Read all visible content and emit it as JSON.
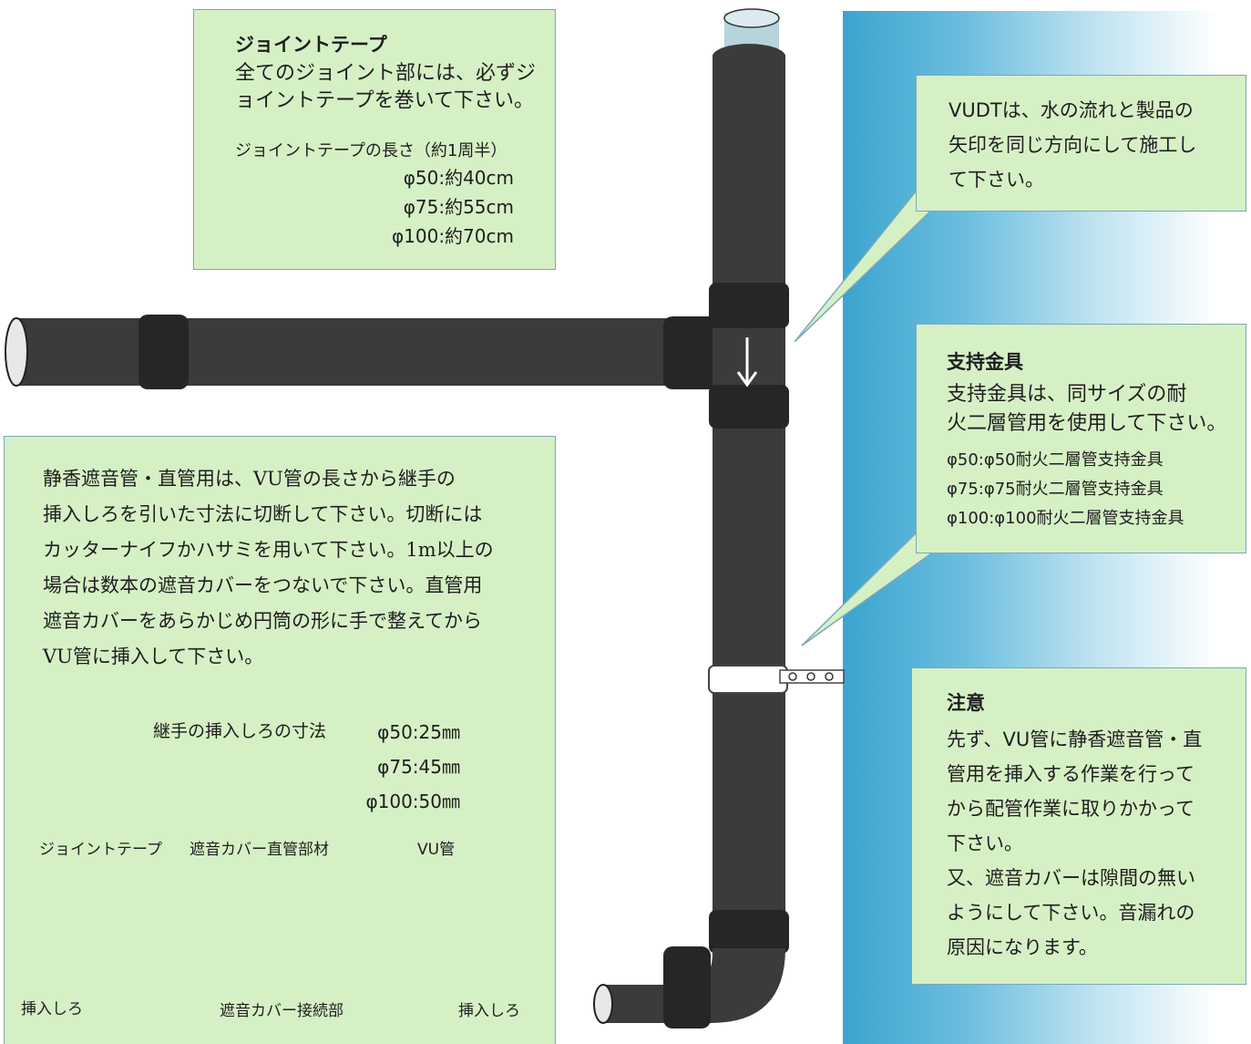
{
  "joint_tape_box": {
    "title": "ジョイントテープ",
    "body_lines": [
      "全てのジョイント部には、必ずジ",
      "ョイントテープを巻いて下さい。"
    ],
    "length_title": "ジョイントテープの長さ（約1周半）",
    "lengths": [
      "φ50:約40cm",
      "φ75:約55cm",
      "φ100:約70cm"
    ]
  },
  "cut_box": {
    "body_lines": [
      "静香遮音管・直管用は、VU管の長さから継手の",
      "挿入しろを引いた寸法に切断して下さい。切断には",
      "カッターナイフかハサミを用いて下さい。1m以上の",
      "場合は数本の遮音カバーをつないで下さい。直管用",
      "遮音カバーをあらかじめ円筒の形に手で整えてから",
      "VU管に挿入して下さい。"
    ],
    "insert_label": "継手の挿入しろの寸法",
    "insert_sizes": [
      "φ50:25㎜",
      "φ75:45㎜",
      "φ100:50㎜"
    ],
    "diagram_labels": {
      "joint_tape": "ジョイントテープ",
      "cover_straight": "遮音カバー直管部材",
      "vu_pipe": "VU管",
      "insert_left": "挿入しろ",
      "cover_joint": "遮音カバー接続部",
      "insert_right": "挿入しろ"
    }
  },
  "vudt_box": {
    "lines": [
      "VUDTは、水の流れと製品の",
      "矢印を同じ方向にして施工し",
      "て下さい。"
    ]
  },
  "support_box": {
    "title": "支持金具",
    "body_lines": [
      "支持金具は、同サイズの耐",
      "火二層管用を使用して下さい。"
    ],
    "sizes": [
      "φ50:φ50耐火二層管支持金具",
      "φ75:φ75耐火二層管支持金具",
      "φ100:φ100耐火二層管支持金具"
    ]
  },
  "caution_box": {
    "title": "注意",
    "lines": [
      "先ず、VU管に静香遮音管・直",
      "管用を挿入する作業を行って",
      "から配管作業に取りかかって",
      "下さい。",
      "又、遮音カバーは隙間の無い",
      "ようにして下さい。音漏れの",
      "原因になります。"
    ]
  },
  "colors": {
    "note_bg": "#d6f0c6",
    "pipe": "#3b3b3b",
    "band": "#262626",
    "vu_pipe": "#b6d4dc",
    "panel_blue": "#3ba4cf"
  }
}
